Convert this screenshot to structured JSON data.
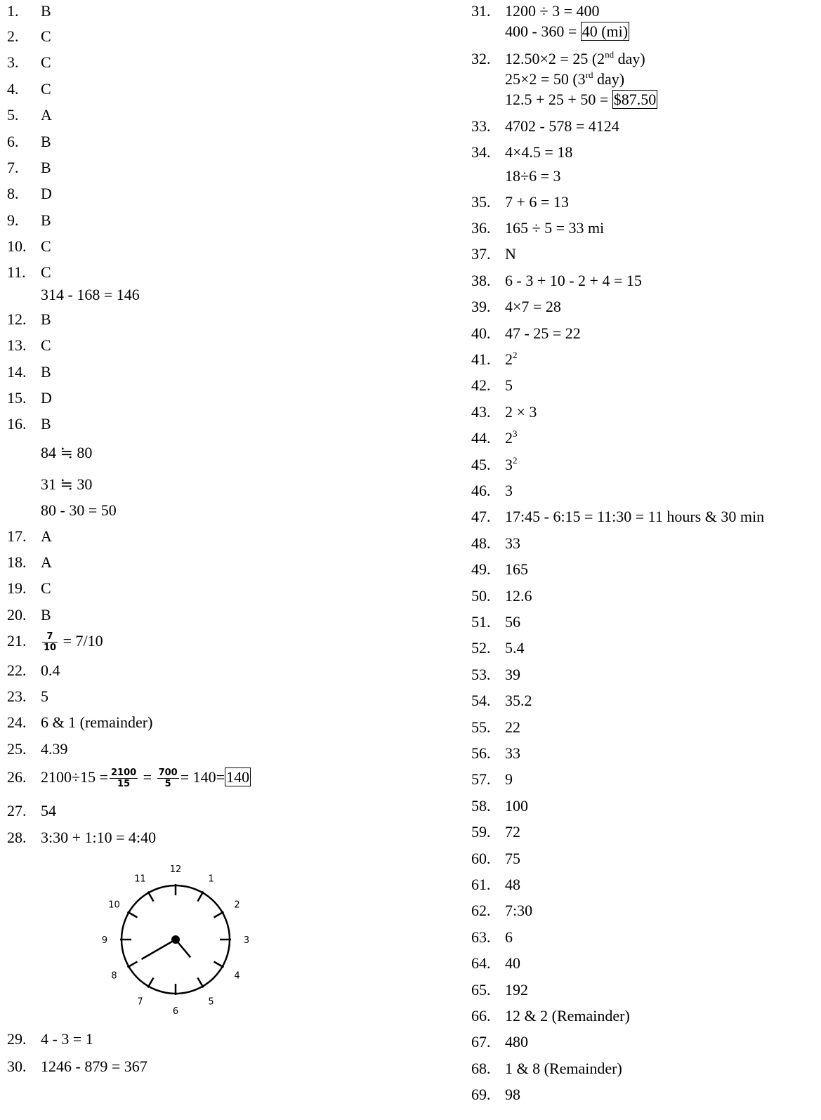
{
  "left": {
    "items": [
      {
        "n": "1.",
        "t": "B"
      },
      {
        "n": "2.",
        "t": "C"
      },
      {
        "n": "3.",
        "t": "C"
      },
      {
        "n": "4.",
        "t": "C"
      },
      {
        "n": "5.",
        "t": "A"
      },
      {
        "n": "6.",
        "t": "B"
      },
      {
        "n": "7.",
        "t": "B"
      },
      {
        "n": "8.",
        "t": "D"
      },
      {
        "n": "9.",
        "t": "B"
      },
      {
        "n": "10.",
        "t": "C"
      },
      {
        "n": "11.",
        "t": "C"
      },
      {
        "n": "12.",
        "t": "B"
      },
      {
        "n": "13.",
        "t": "C"
      },
      {
        "n": "14.",
        "t": "B"
      },
      {
        "n": "15.",
        "t": "D"
      },
      {
        "n": "16.",
        "t": "B"
      },
      {
        "n": "17.",
        "t": "A"
      },
      {
        "n": "18.",
        "t": "A"
      },
      {
        "n": "19.",
        "t": "C"
      },
      {
        "n": "20.",
        "t": "B"
      },
      {
        "n": "21.",
        "t": "= 7/10"
      },
      {
        "n": "22.",
        "t": "0.4"
      },
      {
        "n": "23.",
        "t": "5"
      },
      {
        "n": "24.",
        "t": "6 & 1 (remainder)"
      },
      {
        "n": "25.",
        "t": "4.39"
      },
      {
        "n": "26.",
        "t": "2100÷15 ="
      },
      {
        "n": "27.",
        "t": "54"
      },
      {
        "n": "28.",
        "t": "3:30 + 1:10 = 4:40"
      },
      {
        "n": "29.",
        "t": "4 - 3 = 1"
      },
      {
        "n": "30.",
        "t": "1246 - 879 = 367"
      }
    ],
    "q11_work": "314 - 168 = 146",
    "q16_work": [
      "84 ≒ 80",
      "31 ≒ 30",
      "80 - 30 = 50"
    ],
    "q21_frac": {
      "num": "7",
      "den": "10"
    },
    "q26": {
      "f1n": "2100",
      "f1d": "15",
      "f2n": "700",
      "f2d": "5",
      "eq1": "=",
      "eq2": "= 140=",
      "boxed": "140"
    },
    "clock": {
      "numbers": [
        "12",
        "1",
        "2",
        "3",
        "4",
        "5",
        "6",
        "7",
        "8",
        "9",
        "10",
        "11"
      ],
      "hour": 4,
      "minute": 40
    }
  },
  "right": {
    "q31": {
      "n": "31.",
      "l1": "1200 ÷ 3 = 400",
      "l2": "400 - 360 = ",
      "boxed": "40 (mi)"
    },
    "q32": {
      "n": "32.",
      "l1a": "12.50×2 = 25 (2",
      "l1sup": "nd",
      "l1b": " day)",
      "l2a": "25×2 = 50 (3",
      "l2sup": "rd",
      "l2b": " day)",
      "l3": "12.5 + 25 + 50 = ",
      "boxed": "$87.50"
    },
    "q34": {
      "n": "34.",
      "l1": "4×4.5 = 18",
      "l2": "18÷6 = 3"
    },
    "items": [
      {
        "n": "33.",
        "t": "4702 - 578 = 4124"
      },
      {
        "n": "35.",
        "t": "7 + 6 = 13"
      },
      {
        "n": "36.",
        "t": "165 ÷ 5 = 33 mi"
      },
      {
        "n": "37.",
        "t": "N"
      },
      {
        "n": "38.",
        "t": "6 - 3 + 10 - 2 + 4 = 15"
      },
      {
        "n": "39.",
        "t": "4×7 = 28"
      },
      {
        "n": "40.",
        "t": "47 - 25 = 22"
      },
      {
        "n": "41.",
        "t": "2",
        "sup": "2"
      },
      {
        "n": "42.",
        "t": "5"
      },
      {
        "n": "43.",
        "t": "2 × 3"
      },
      {
        "n": "44.",
        "t": "2",
        "sup": "3"
      },
      {
        "n": "45.",
        "t": "3",
        "sup": "2"
      },
      {
        "n": "46.",
        "t": "3"
      },
      {
        "n": "47.",
        "t": "17:45 - 6:15 = 11:30 = 11 hours & 30 min"
      },
      {
        "n": "48.",
        "t": "33"
      },
      {
        "n": "49.",
        "t": "165"
      },
      {
        "n": "50.",
        "t": "12.6"
      },
      {
        "n": "51.",
        "t": "56"
      },
      {
        "n": "52.",
        "t": "5.4"
      },
      {
        "n": "53.",
        "t": "39"
      },
      {
        "n": "54.",
        "t": "35.2"
      },
      {
        "n": "55.",
        "t": "22"
      },
      {
        "n": "56.",
        "t": "33"
      },
      {
        "n": "57.",
        "t": "9"
      },
      {
        "n": "58.",
        "t": "100"
      },
      {
        "n": "59.",
        "t": "72"
      },
      {
        "n": "60.",
        "t": "75"
      },
      {
        "n": "61.",
        "t": "48"
      },
      {
        "n": "62.",
        "t": "7:30"
      },
      {
        "n": "63.",
        "t": "6"
      },
      {
        "n": "64.",
        "t": "40"
      },
      {
        "n": "65.",
        "t": "192"
      },
      {
        "n": "66.",
        "t": "12 & 2 (Remainder)"
      },
      {
        "n": "67.",
        "t": "480"
      },
      {
        "n": "68.",
        "t": "1 & 8 (Remainder)"
      },
      {
        "n": "69.",
        "t": "98"
      }
    ]
  }
}
